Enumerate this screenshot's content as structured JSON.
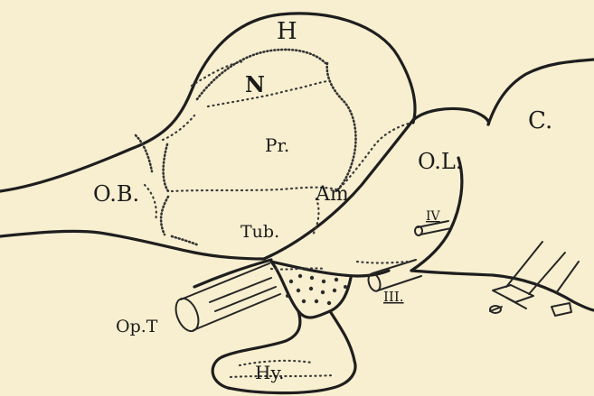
{
  "labels": {
    "hemisphere": "H",
    "nucleus": "N",
    "primary": "Pr.",
    "amygdala": "Am",
    "olfactory_bulb": "O.B.",
    "tuberculum": "Tub.",
    "optic_lobe": "O.L.",
    "cerebellum": "C.",
    "trochlear": "IV",
    "oculomotor": "III.",
    "optic_tract": "Op.T",
    "hypophysis": "Hy."
  }
}
